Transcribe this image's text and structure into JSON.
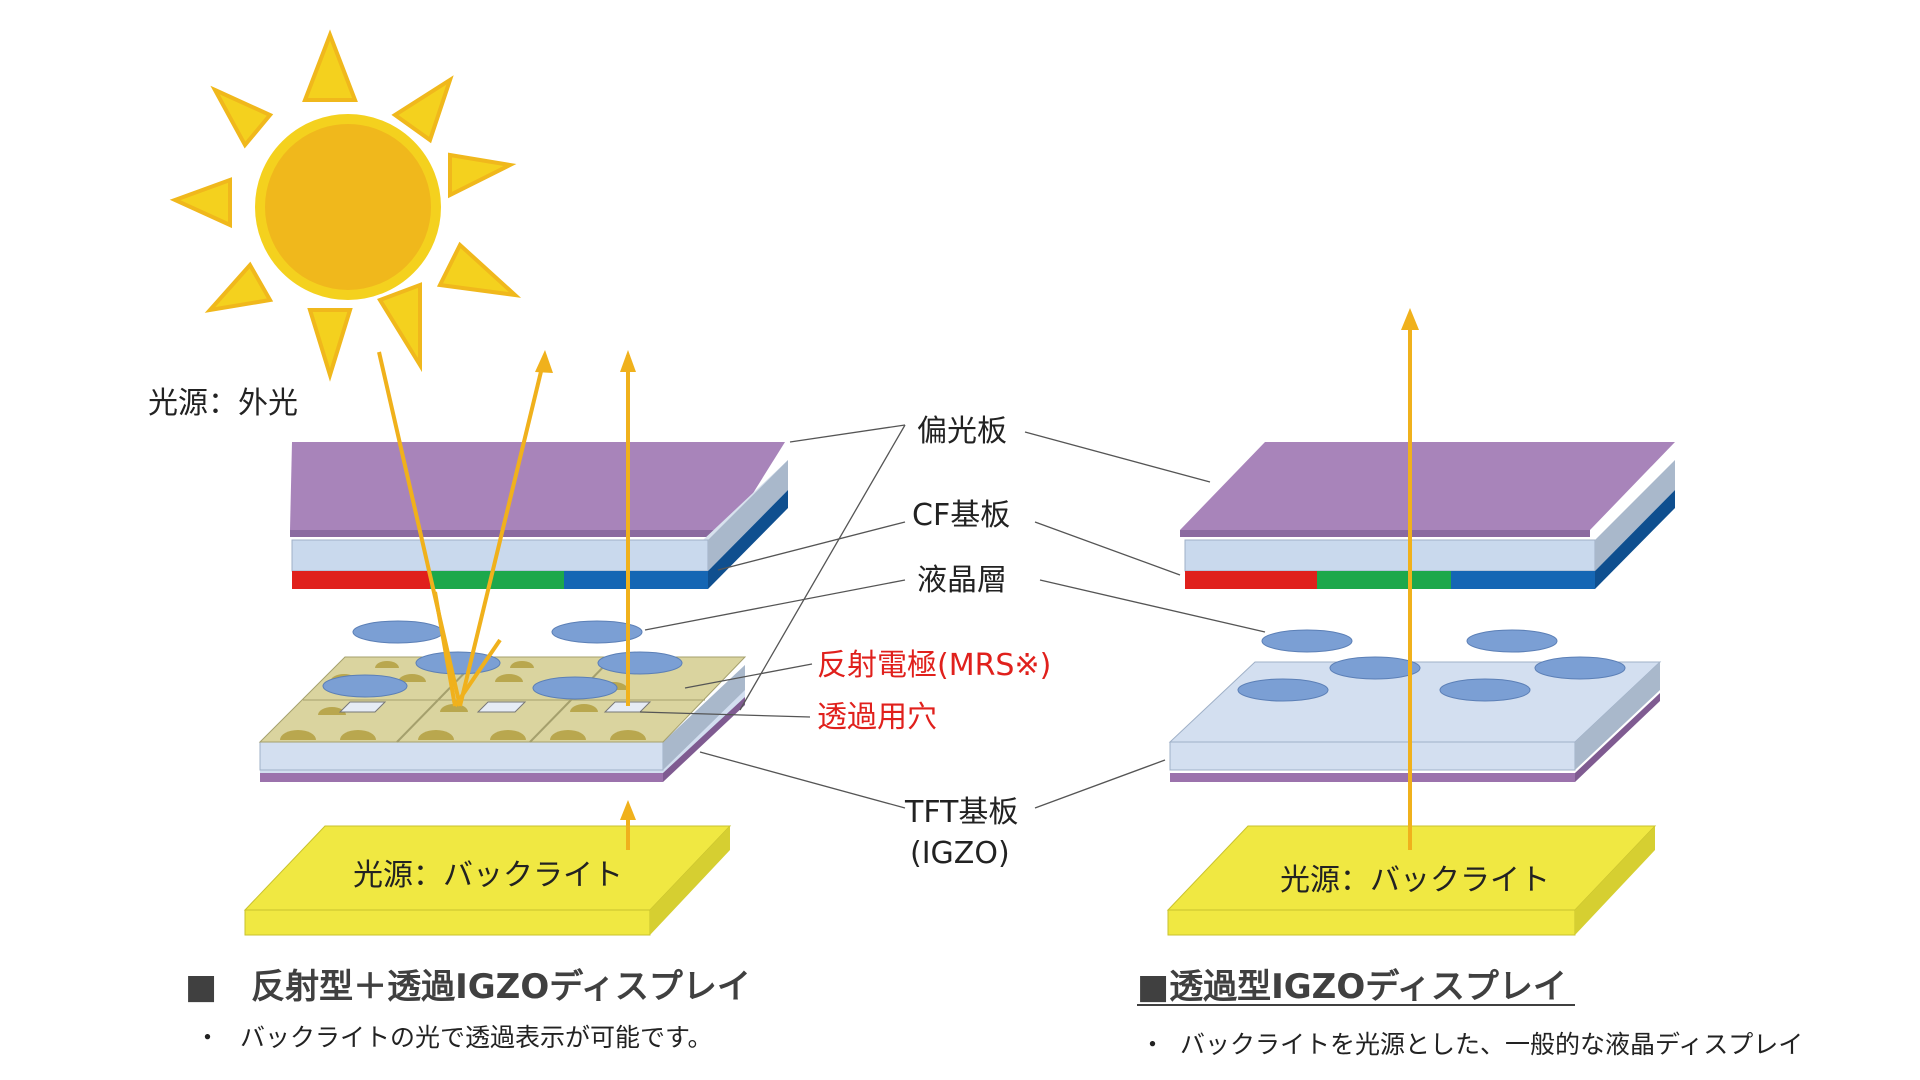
{
  "labels": {
    "external_light": "光源：外光",
    "polarizer": "偏光板",
    "cf_substrate": "CF基板",
    "lc_layer": "液晶層",
    "reflective_electrode": "反射電極(MRS※)",
    "transmission_hole": "透過用穴",
    "tft_substrate": "TFT基板",
    "tft_igzo": "(IGZO)",
    "backlight_left": "光源：バックライト",
    "backlight_right": "光源：バックライト"
  },
  "left_panel": {
    "title": "■　反射型＋透過IGZOディスプレイ",
    "bullet_mark": "・",
    "bullet_text": "バックライトの光で透過表示が可能です。"
  },
  "right_panel": {
    "title": "■透過型IGZOディスプレイ",
    "bullet_mark": "・",
    "bullet_text": "バックライトを光源とした、一般的な液晶ディスプレイ"
  },
  "colors": {
    "sun": "#f0b81c",
    "sun_ray": "#f4d11e",
    "polarizer": "#a884ba",
    "glass": "#c9d9ed",
    "glass_side": "#8fa3bd",
    "filter_red": "#e0201c",
    "filter_green": "#1da84b",
    "filter_blue": "#1566b4",
    "lc_drop": "#7b9fd4",
    "electrode": "#dad49f",
    "backlight": "#f0e842",
    "light_arrow": "#f0b11c",
    "tft_bottom": "#9b72ac",
    "label_red": "#e0201c"
  }
}
